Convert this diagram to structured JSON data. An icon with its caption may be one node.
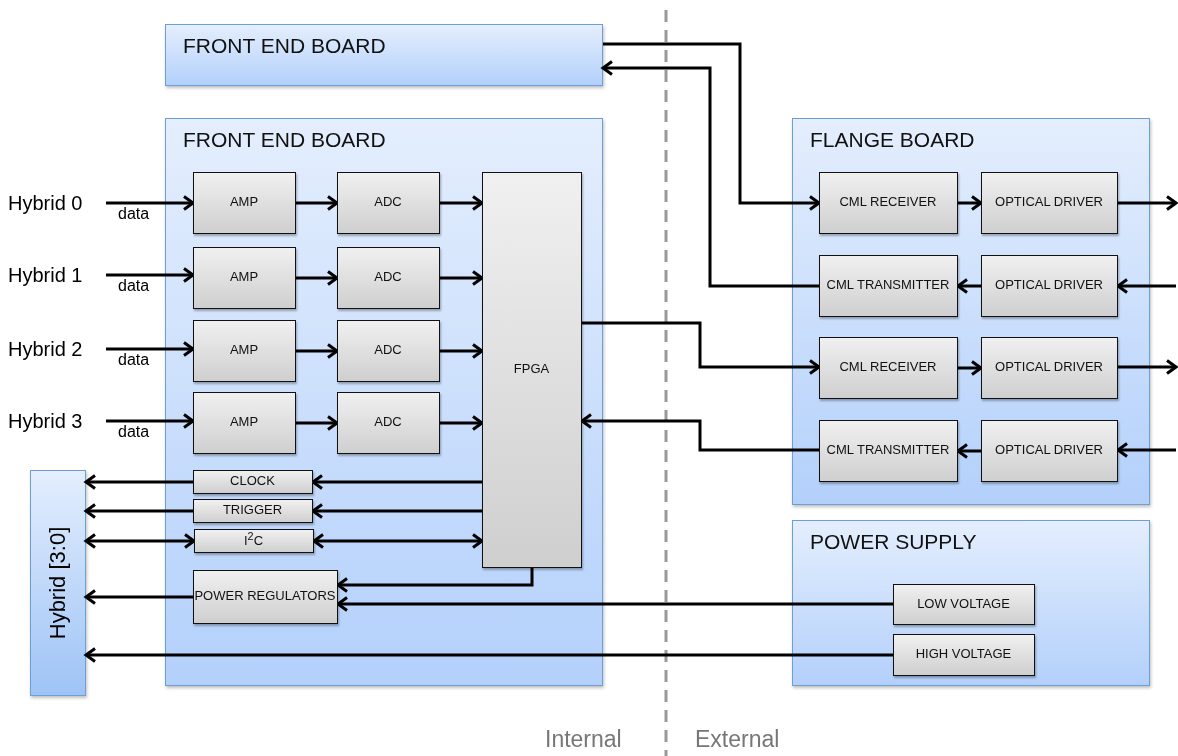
{
  "diagram": {
    "nodes": [
      {
        "text": [
          "FRONT END BOARD"
        ]
      },
      {
        "text": [
          "FRONT END BOARD"
        ]
      },
      {
        "text": [
          "AMP"
        ],
        "in": 1
      },
      {
        "text": [
          "ADC"
        ],
        "in": 1
      },
      {
        "text": [
          "AMP"
        ],
        "in": 1
      },
      {
        "text": [
          "ADC"
        ],
        "in": 1
      },
      {
        "text": [
          "AMP"
        ],
        "in": 1
      },
      {
        "text": [
          "ADC"
        ],
        "in": 1
      },
      {
        "text": [
          "AMP"
        ],
        "in": 1
      },
      {
        "text": [
          "ADC"
        ],
        "in": 1
      },
      {
        "text": [
          "FPGA"
        ],
        "in": 1
      },
      {
        "text": [
          "CLOCK"
        ],
        "in": 1
      },
      {
        "text": [
          "TRIGGER"
        ],
        "in": 1
      },
      {
        "text": [
          "I$^{2}$C"
        ],
        "in": 1
      },
      {
        "text": [
          "POWER REGULATORS"
        ],
        "in": 1
      },
      {
        "text": [
          "FLANGE BOARD"
        ]
      },
      {
        "text": [
          "CML RECEIVER"
        ],
        "in": 15
      },
      {
        "text": [
          "OPTICAL DRIVER"
        ],
        "in": 15
      },
      {
        "text": [
          "CML TRANSMITTER"
        ],
        "in": 15
      },
      {
        "text": [
          "OPTICAL DRIVER"
        ],
        "in": 15
      },
      {
        "text": [
          "CML RECEIVER"
        ],
        "in": 15
      },
      {
        "text": [
          "OPTICAL DRIVER"
        ],
        "in": 15
      },
      {
        "text": [
          "CML TRANSMITTER"
        ],
        "in": 15
      },
      {
        "text": [
          "OPTICAL DRIVER"
        ],
        "in": 15
      },
      {
        "text": [
          "POWER SUPPLY"
        ]
      },
      {
        "text": [
          "LOW VOLTAGE"
        ],
        "in": 24
      },
      {
        "text": [
          "HIGH VOLTAGE"
        ],
        "in": 24
      },
      {
        "text": [
          "Hybrid [3:0]"
        ]
      },
      {
        "text": [
          "Hybrid 0"
        ]
      },
      {
        "text": [
          "Hybrid 1"
        ]
      },
      {
        "text": [
          "Hybrid 2"
        ]
      },
      {
        "text": [
          "Hybrid 3"
        ]
      }
    ],
    "edges": [
      {
        "from": 28,
        "to": 2,
        "arrow": "to",
        "label": "data"
      },
      {
        "from": 2,
        "to": 3,
        "arrow": "to"
      },
      {
        "from": 3,
        "to": 10,
        "arrow": "to"
      },
      {
        "from": 29,
        "to": 4,
        "arrow": "to",
        "label": "data"
      },
      {
        "from": 4,
        "to": 5,
        "arrow": "to"
      },
      {
        "from": 5,
        "to": 10,
        "arrow": "to"
      },
      {
        "from": 30,
        "to": 6,
        "arrow": "to",
        "label": "data"
      },
      {
        "from": 6,
        "to": 7,
        "arrow": "to"
      },
      {
        "from": 7,
        "to": 10,
        "arrow": "to"
      },
      {
        "from": 31,
        "to": 8,
        "arrow": "to",
        "label": "data"
      },
      {
        "from": 8,
        "to": 9,
        "arrow": "to"
      },
      {
        "from": 9,
        "to": 10,
        "arrow": "to"
      },
      {
        "from": 10,
        "to": 11,
        "arrow": "to"
      },
      {
        "from": 11,
        "to": 27,
        "arrow": "to"
      },
      {
        "from": 10,
        "to": 12,
        "arrow": "to"
      },
      {
        "from": 12,
        "to": 27,
        "arrow": "to"
      },
      {
        "from": 13,
        "to": 27,
        "arrow": "both"
      },
      {
        "from": 10,
        "to": 13,
        "arrow": "both"
      },
      {
        "from": 10,
        "to": 14,
        "arrow": "to"
      },
      {
        "from": 14,
        "to": 27,
        "arrow": "to"
      },
      {
        "from": 25,
        "to": 14,
        "arrow": "to"
      },
      {
        "from": 26,
        "to": 27,
        "arrow": "to"
      },
      {
        "from": 0,
        "to": 16,
        "arrow": "to"
      },
      {
        "from": 16,
        "to": 17,
        "arrow": "to"
      },
      {
        "from": 17,
        "to": null,
        "arrow": "to"
      },
      {
        "from": 18,
        "to": 0,
        "arrow": "to"
      },
      {
        "from": 19,
        "to": 18,
        "arrow": "to"
      },
      {
        "from": null,
        "to": 19,
        "arrow": "to"
      },
      {
        "from": 10,
        "to": 20,
        "arrow": "to"
      },
      {
        "from": 20,
        "to": 21,
        "arrow": "to"
      },
      {
        "from": 21,
        "to": null,
        "arrow": "to"
      },
      {
        "from": 22,
        "to": 10,
        "arrow": "to"
      },
      {
        "from": 23,
        "to": 22,
        "arrow": "to"
      },
      {
        "from": null,
        "to": 23,
        "arrow": "to"
      }
    ],
    "labels": [
      "Internal",
      "External"
    ]
  }
}
